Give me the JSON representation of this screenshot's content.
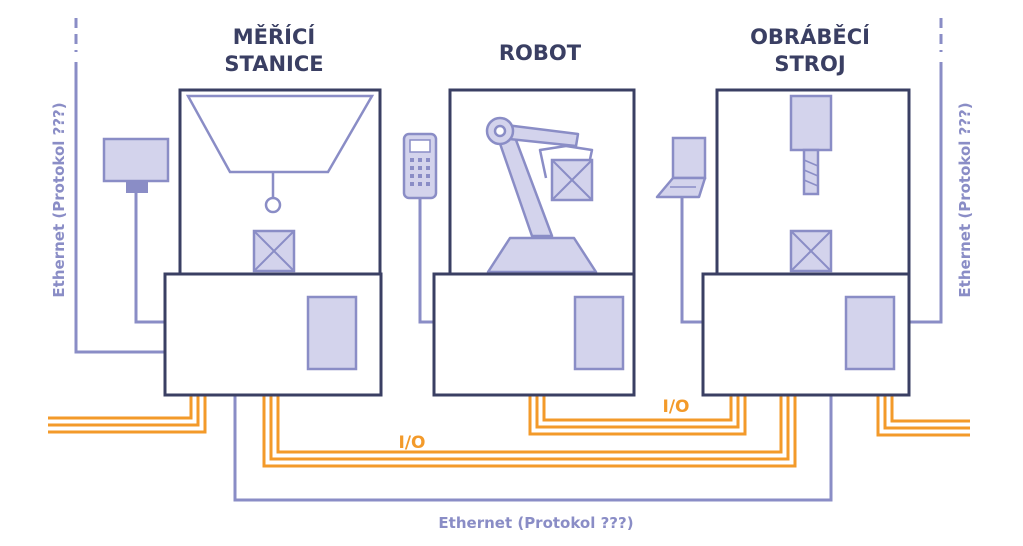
{
  "stations": {
    "measuring": {
      "line1": "MĚŘÍCÍ",
      "line2": "STANICE"
    },
    "robot": {
      "line1": "ROBOT"
    },
    "machine": {
      "line1": "OBRÁBĚCÍ",
      "line2": "STROJ"
    }
  },
  "labels": {
    "ethernet_left": "Ethernet (Protokol ???)",
    "ethernet_right": "Ethernet (Protokol ???)",
    "ethernet_bottom": "Ethernet (Protokol ???)",
    "io_robot_machine": "I/O",
    "io_measuring_machine": "I/O"
  },
  "colors": {
    "dark": "#3a3f63",
    "line_blue": "#8a8dc6",
    "fill_light": "#d3d3ec",
    "orange": "#f39a2a"
  }
}
